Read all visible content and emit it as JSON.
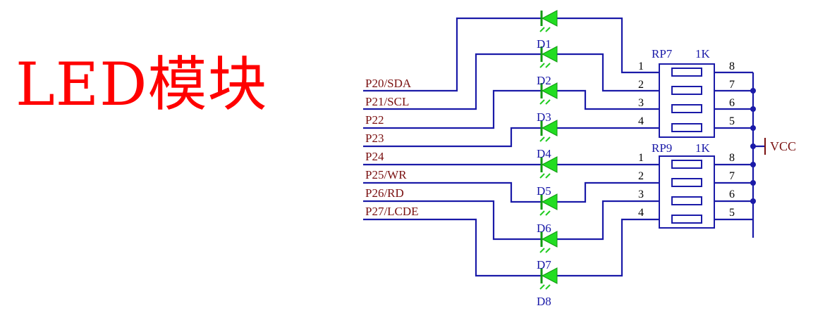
{
  "title": "LED模块",
  "nets": [
    "P20/SDA",
    "P21/SCL",
    "P22",
    "P23",
    "P24",
    "P25/WR",
    "P26/RD",
    "P27/LCDE"
  ],
  "leds": [
    "D1",
    "D2",
    "D3",
    "D4",
    "D5",
    "D6",
    "D7",
    "D8"
  ],
  "rp7": {
    "name": "RP7",
    "value": "1K",
    "left_pins": [
      "1",
      "2",
      "3",
      "4"
    ],
    "right_pins": [
      "8",
      "7",
      "6",
      "5"
    ]
  },
  "rp9": {
    "name": "RP9",
    "value": "1K",
    "left_pins": [
      "1",
      "2",
      "3",
      "4"
    ],
    "right_pins": [
      "8",
      "7",
      "6",
      "5"
    ]
  },
  "power": "VCC",
  "colors": {
    "title": "#ff0000",
    "wire": "#1a1aa8",
    "led": "#22dd22",
    "net_label": "#7a1010"
  }
}
